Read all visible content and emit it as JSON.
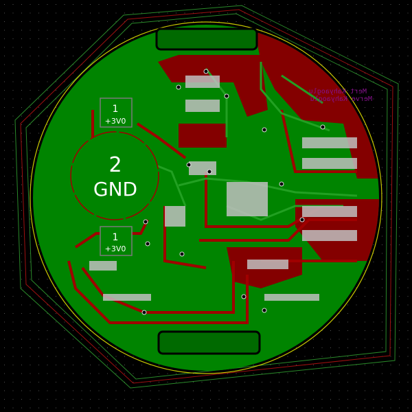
{
  "pcb": {
    "pads": [
      {
        "number": "1",
        "net": "+3V0"
      },
      {
        "number": "2",
        "net": "GND"
      },
      {
        "number": "1",
        "net": "+3V0"
      }
    ],
    "back_silkscreen": [
      "Mert Kahyaoglu",
      "Merve Kahyaoglu"
    ]
  },
  "colors": {
    "background": "#000000",
    "front_copper_fill": "#008400",
    "back_copper": "#840000",
    "front_trace": "#1e9a1e",
    "board_edge": "#c8c800",
    "back_silkscreen": "#84118a",
    "grid_dot": "#555555"
  }
}
